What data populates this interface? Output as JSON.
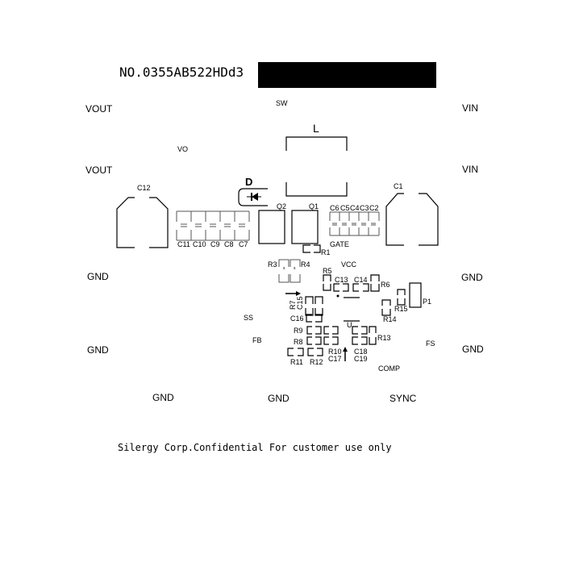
{
  "title": "NO.0355AB522HDd3",
  "footer": "Silergy Corp.Confidential  For customer use only",
  "terminals": {
    "vout1": "VOUT",
    "vout2": "VOUT",
    "vin1": "VIN",
    "vin2": "VIN",
    "gnd1": "GND",
    "gnd2": "GND",
    "gnd3": "GND",
    "gnd4": "GND",
    "gnd5": "GND",
    "gnd6": "GND",
    "sync": "SYNC"
  },
  "nets": {
    "sw": "SW",
    "vo": "VO",
    "gate": "GATE",
    "vcc": "VCC",
    "ss": "SS",
    "fb": "FB",
    "fs": "FS",
    "comp": "COMP"
  },
  "components": {
    "L": "L",
    "D": "D",
    "C12": "C12",
    "C1": "C1",
    "Q1": "Q1",
    "Q2": "Q2",
    "left_caps": [
      "C11",
      "C10",
      "C9",
      "C8",
      "C7"
    ],
    "right_caps": [
      "C6",
      "C5",
      "C4",
      "C3",
      "C2"
    ],
    "R1": "R1",
    "R3": "R3",
    "R4": "R4",
    "R5": "R5",
    "R6": "R6",
    "C13": "C13",
    "C14": "C14",
    "P1": "P1",
    "R15": "R15",
    "R14": "R14",
    "R7": "R7",
    "C15": "C15",
    "C16": "C16",
    "U": "U",
    "R9": "R9",
    "R8": "R8",
    "R13": "R13",
    "R11": "R11",
    "R12": "R12",
    "R10": "R10",
    "C17": "C17",
    "C18": "C18",
    "C19": "C19"
  }
}
